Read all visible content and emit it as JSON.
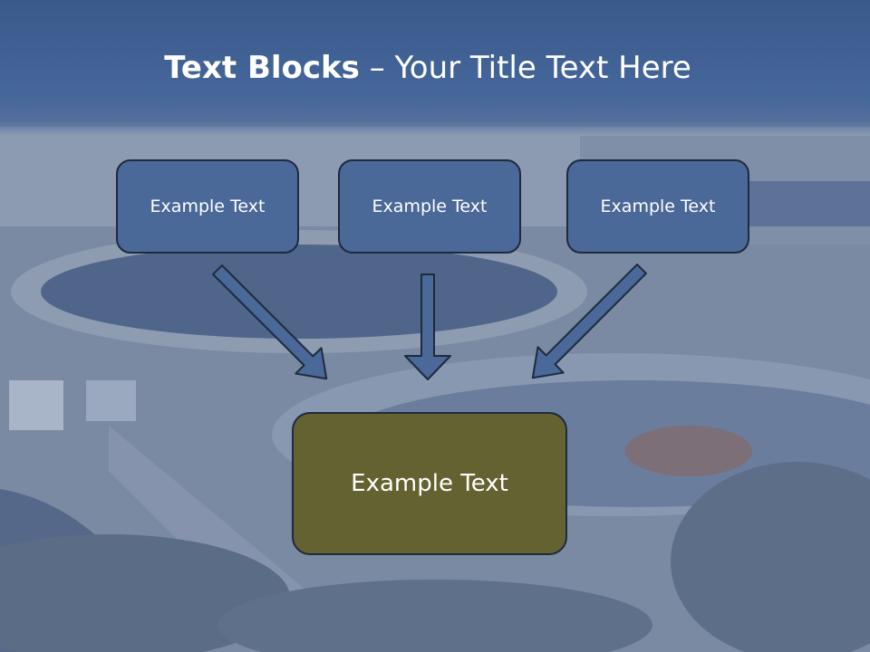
{
  "slide": {
    "title_bold": "Text Blocks",
    "title_separator": "–",
    "title_rest": "Your Title Text Here"
  },
  "blocks": [
    {
      "label": "Example Text"
    },
    {
      "label": "Example Text"
    },
    {
      "label": "Example Text"
    }
  ],
  "main_block": {
    "label": "Example Text"
  },
  "colors": {
    "header": "#3a5a8c",
    "small_box": "#4a6898",
    "main_box": "#646231",
    "arrow": "#4a6898",
    "border": "#1e2a3e"
  }
}
